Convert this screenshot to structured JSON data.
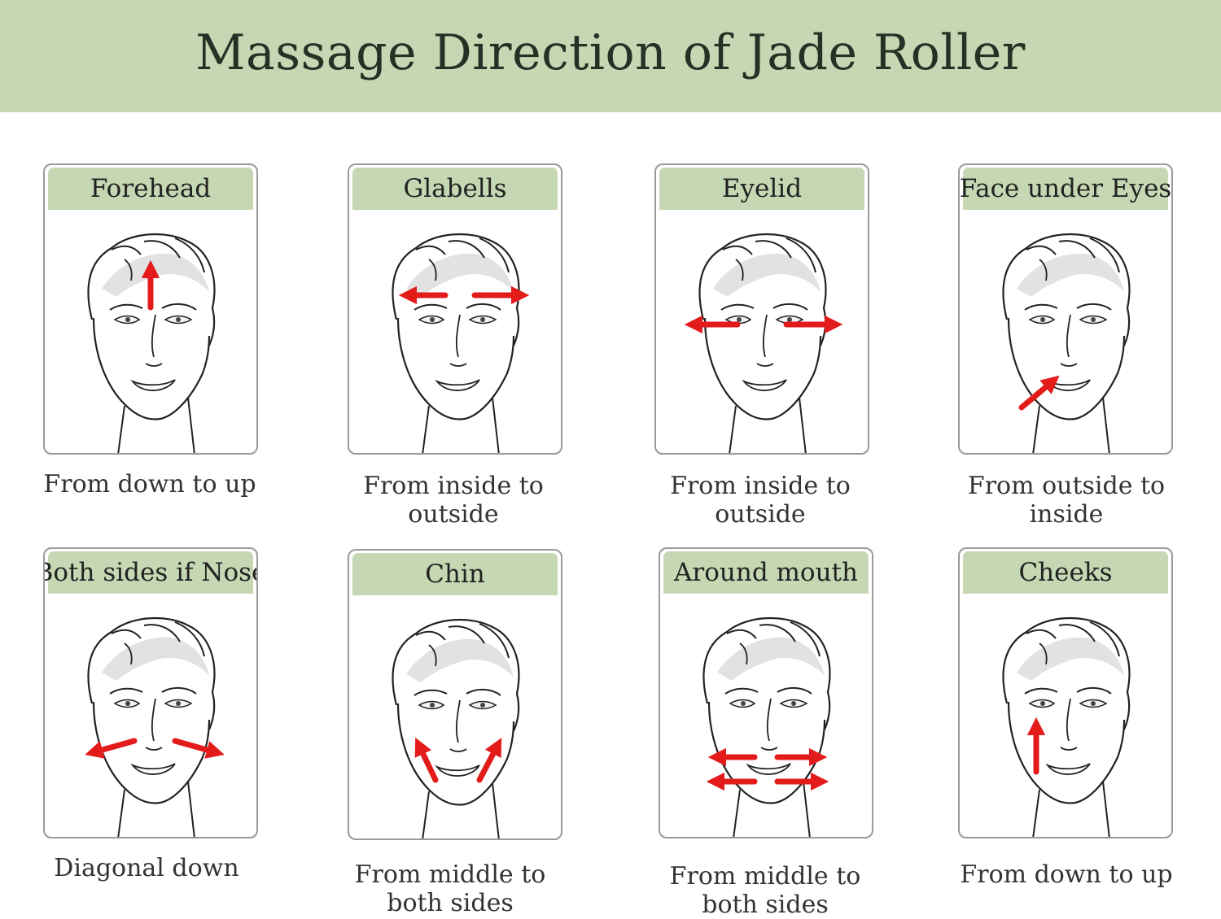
{
  "title": "Massage Direction of Jade Roller",
  "accent_color": "#c6d8b3",
  "arrow_color": "#e31b1b",
  "panels": [
    {
      "label": "Forehead",
      "caption_lines": [
        "From down to up"
      ],
      "icon": "face-arrow-up-forehead"
    },
    {
      "label": "Glabells",
      "caption_lines": [
        "From inside to",
        "outside"
      ],
      "icon": "face-arrows-outward-brow"
    },
    {
      "label": "Eyelid",
      "caption_lines": [
        "From inside to",
        "outside"
      ],
      "icon": "face-arrows-outward-eyes"
    },
    {
      "label": "Face under Eyes",
      "caption_lines": [
        "From outside to",
        "inside"
      ],
      "icon": "face-arrow-diagonal-under-eye"
    },
    {
      "label": "Both sides if Nose",
      "caption_lines": [
        "Diagonal down"
      ],
      "icon": "face-arrows-diagonal-down"
    },
    {
      "label": "Chin",
      "caption_lines": [
        "From middle to",
        "both sides"
      ],
      "icon": "face-arrows-up-chin"
    },
    {
      "label": "Around mouth",
      "caption_lines": [
        "From middle to",
        "both sides"
      ],
      "icon": "face-arrows-outward-mouth"
    },
    {
      "label": "Cheeks",
      "caption_lines": [
        "From down to up"
      ],
      "icon": "face-arrow-up-cheek"
    }
  ]
}
